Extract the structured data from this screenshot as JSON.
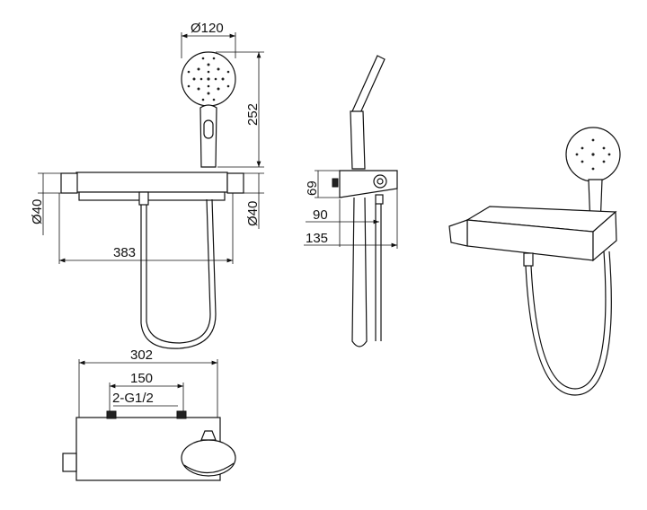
{
  "title": "Thermostatic shower mixer with shelf and hand shower - dimension drawing",
  "dimensions": {
    "head_diameter": "Ø120",
    "head_height": "252",
    "left_diameter": "Ø40",
    "right_diameter": "Ø40",
    "overall_width": "383",
    "side_height": "69",
    "side_depth_outlet": "90",
    "side_depth_total": "135",
    "body_width": "302",
    "inlet_spacing": "150",
    "inlet_thread": "2-G1/2"
  },
  "colors": {
    "line": "#111111",
    "background": "#ffffff"
  }
}
